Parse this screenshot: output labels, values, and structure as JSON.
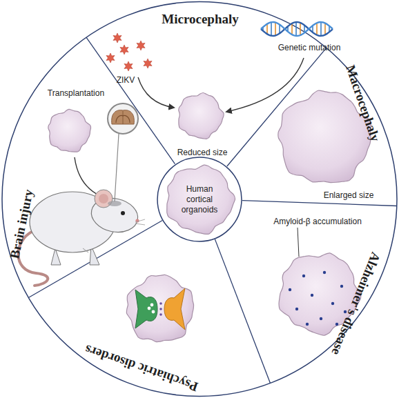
{
  "diagram": {
    "nodes": [
      {
        "text": [
          "Human cortical organoids"
        ]
      }
    ],
    "labels": [
      "Microcephaly",
      "ZIKV",
      "Genetic mutation",
      "Reduced size",
      "Macrocephaly",
      "Enlarged size",
      "Amyloid-β accumulation",
      "Alzheimer's disease",
      "Psychiatric disorders",
      "Transplantation",
      "Brain injury"
    ]
  }
}
